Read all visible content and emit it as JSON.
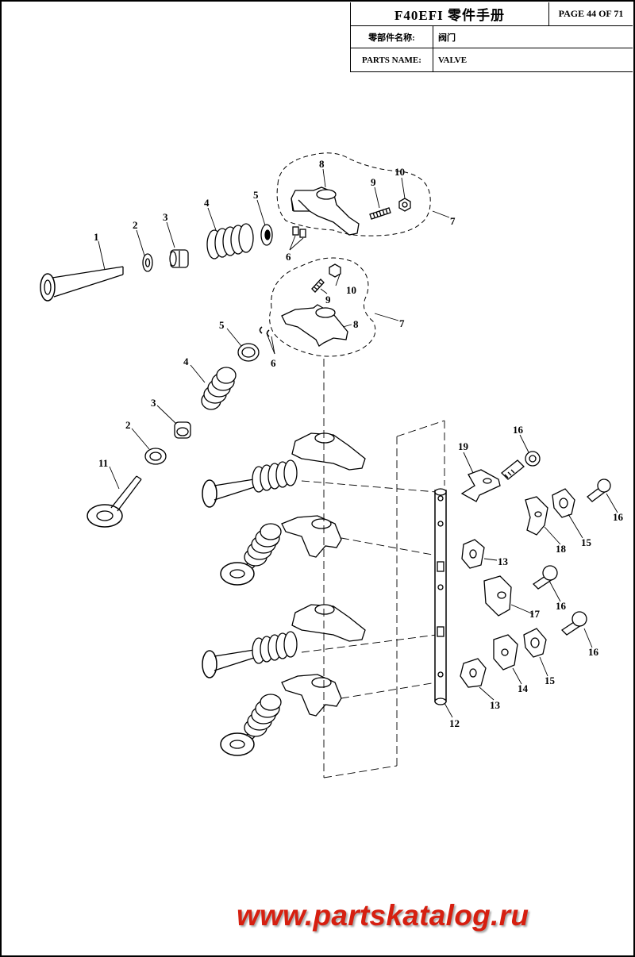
{
  "title_block": {
    "doc_title": "F40EFI 零件手册",
    "page_info": "PAGE 44 OF 71",
    "name_cn_label": "零部件名称:",
    "name_cn_value": "阀门",
    "name_en_label": "PARTS NAME:",
    "name_en_value": "VALVE"
  },
  "callouts": {
    "top": [
      "1",
      "2",
      "3",
      "4",
      "5",
      "6",
      "7",
      "8",
      "9",
      "10"
    ],
    "middle": [
      "2",
      "3",
      "4",
      "5",
      "6",
      "7",
      "8",
      "9",
      "10",
      "11"
    ],
    "shaft": [
      "12",
      "13",
      "13",
      "14",
      "15",
      "15",
      "16",
      "16",
      "16",
      "16",
      "17",
      "18",
      "19"
    ]
  },
  "colors": {
    "line": "#000000",
    "watermark": "#d61f10"
  },
  "watermark": "www.partskatalog.ru"
}
